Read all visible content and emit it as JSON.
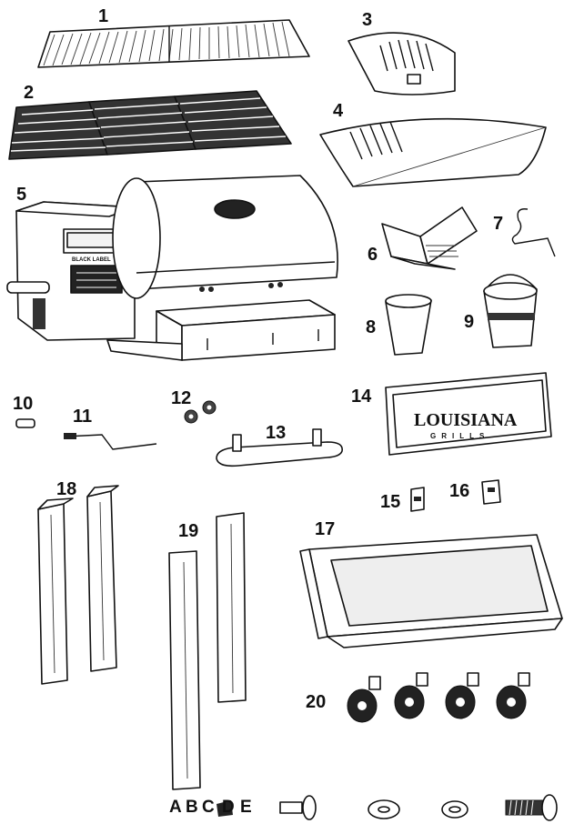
{
  "parts": {
    "p1": "1",
    "p2": "2",
    "p3": "3",
    "p4": "4",
    "p5": "5",
    "p6": "6",
    "p7": "7",
    "p8": "8",
    "p9": "9",
    "p10": "10",
    "p11": "11",
    "p12": "12",
    "p13": "13",
    "p14": "14",
    "p15": "15",
    "p16": "16",
    "p17": "17",
    "p18": "18",
    "p19": "19",
    "p20": "20"
  },
  "hardware": {
    "labels": [
      "A",
      "B",
      "C",
      "D",
      "E"
    ]
  },
  "badge_lines": {
    "line1": "LOUISIANA",
    "line2": "GRILLS"
  },
  "control_panel_text": "BLACK LABEL"
}
